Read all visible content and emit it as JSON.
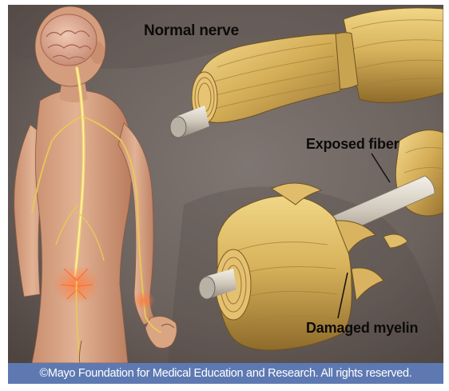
{
  "labels": {
    "normal_nerve": "Normal nerve",
    "exposed_fiber": "Exposed fiber",
    "damaged_myelin": "Damaged myelin"
  },
  "copyright": "©Mayo Foundation for Medical Education and Research.  All rights reserved.",
  "colors": {
    "background_gray": "#6f6562",
    "myelin_yellow": "#d6b15a",
    "nerve_fiber": "#d9d3c8",
    "skin": "#d9a583",
    "copyright_bar": "#5e79b2"
  }
}
